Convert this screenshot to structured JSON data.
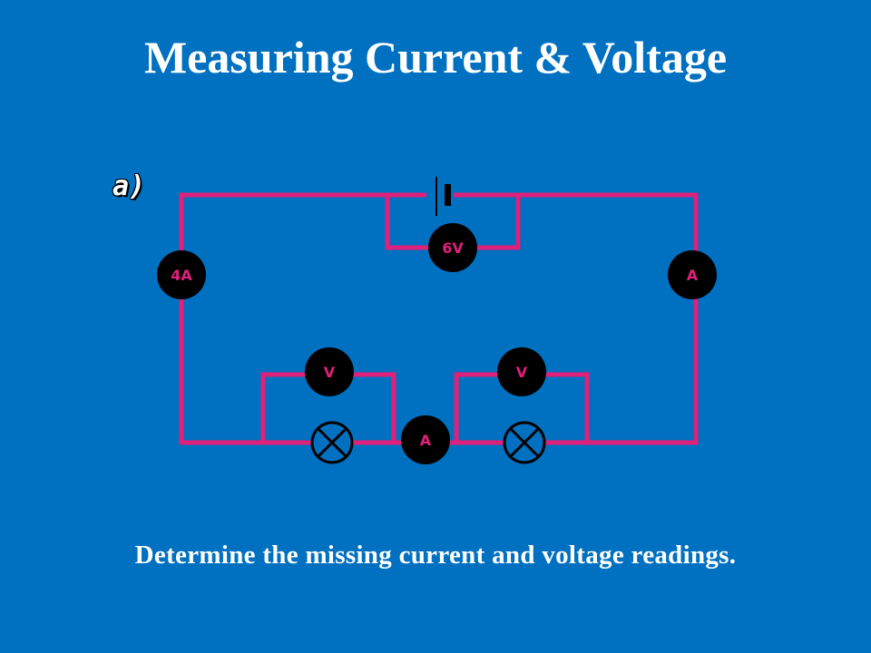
{
  "slide": {
    "title": "Measuring Current & Voltage",
    "part_label": "a)",
    "question": "Determine the missing current and voltage readings."
  },
  "colors": {
    "background": "#0070c0",
    "wire": "#e0207a",
    "meter_fill": "#000000",
    "meter_text": "#e0207a",
    "text": "#ffffff"
  },
  "meters": {
    "battery_voltmeter": "6V",
    "left_ammeter": "4A",
    "right_ammeter": "A",
    "bottom_ammeter": "A",
    "left_lamp_voltmeter": "V",
    "right_lamp_voltmeter": "V"
  },
  "components": {
    "battery": "cell-icon",
    "lamp_left": "lamp-icon",
    "lamp_right": "lamp-icon"
  }
}
